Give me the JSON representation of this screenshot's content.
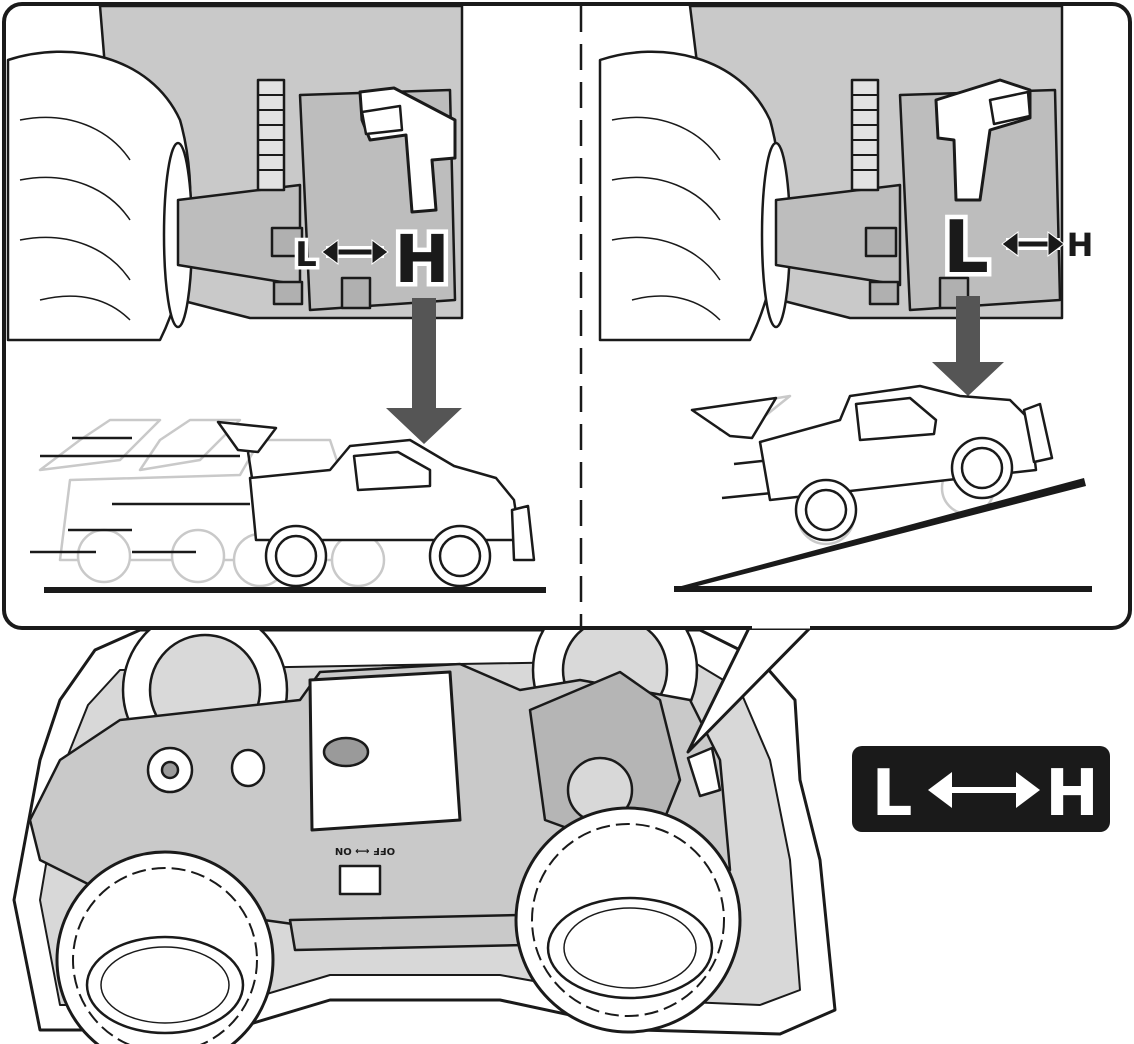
{
  "left_panel": {
    "callout_low": "L",
    "callout_high": "H",
    "active_mode": "H"
  },
  "right_panel": {
    "callout_low": "L",
    "callout_high": "H",
    "active_mode": "L"
  },
  "chassis": {
    "power_switch_text": "OFF ⟷ ON"
  },
  "gear_badge": {
    "low": "L",
    "high": "H"
  },
  "colors": {
    "ink": "#1a1a1a",
    "part_gray": "#c9c9c9",
    "dark_gray": "#9a9a9a",
    "arrow_gray": "#555555",
    "badge_bg": "#1a1a1a",
    "white": "#ffffff"
  }
}
